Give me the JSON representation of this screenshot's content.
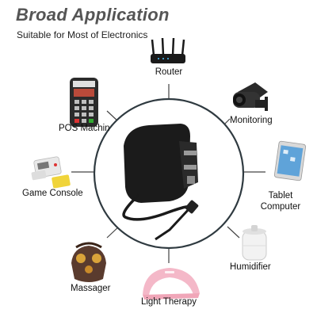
{
  "header": {
    "title": "Broad Application",
    "subtitle": "Suitable for Most of Electronics"
  },
  "applications": [
    {
      "label": "Router"
    },
    {
      "label": "Monitoring"
    },
    {
      "label": "Tablet\nComputer"
    },
    {
      "label": "Humidifier"
    },
    {
      "label": "Light Therapy"
    },
    {
      "label": "Massager"
    },
    {
      "label": "Game Console"
    },
    {
      "label": "POS Machin"
    }
  ],
  "colors": {
    "title": "#555555",
    "circle_outline": "#2f3a40",
    "connector": "#444444",
    "adapter": "#1a1a1a"
  }
}
